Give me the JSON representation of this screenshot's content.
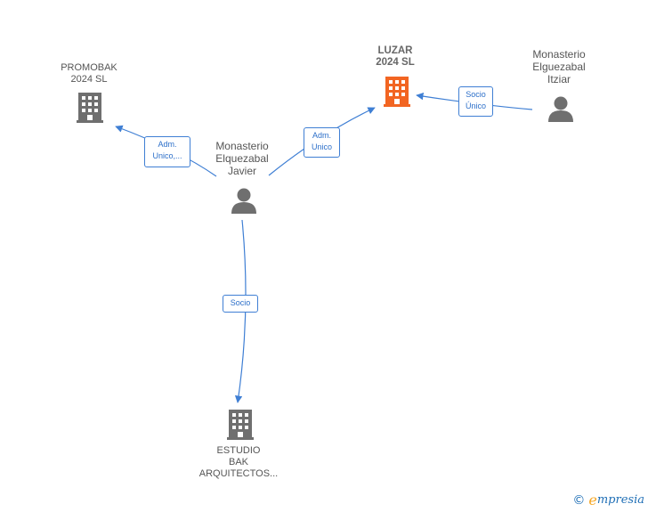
{
  "colors": {
    "edge": "#3f7fd4",
    "company_icon": "#6f6f6f",
    "main_company_icon": "#f26522",
    "person_icon": "#6f6f6f",
    "brand": "#1f6fb6",
    "brand_accent": "#f5a623"
  },
  "nodes": {
    "luzar": {
      "type": "company",
      "main": true,
      "lines": [
        "LUZAR",
        "2024  SL"
      ],
      "icon": "building-icon"
    },
    "promobak": {
      "type": "company",
      "lines": [
        "PROMOBAK",
        "2024  SL"
      ],
      "icon": "building-icon"
    },
    "estudio": {
      "type": "company",
      "lines": [
        "ESTUDIO",
        "BAK",
        "ARQUITECTOS..."
      ],
      "icon": "building-icon"
    },
    "javier": {
      "type": "person",
      "lines": [
        "Monasterio",
        "Elquezabal",
        "Javier"
      ],
      "icon": "person-icon"
    },
    "itziar": {
      "type": "person",
      "lines": [
        "Monasterio",
        "Elguezabal",
        "Itziar"
      ],
      "icon": "person-icon"
    }
  },
  "edges": {
    "javier_promobak": {
      "lines": [
        "Adm.",
        "Unico,..."
      ]
    },
    "javier_luzar": {
      "lines": [
        "Adm.",
        "Unico"
      ]
    },
    "itziar_luzar": {
      "lines": [
        "Socio",
        "Único"
      ]
    },
    "javier_estudio": {
      "lines": [
        "Socio"
      ]
    }
  },
  "brand": {
    "copyright_symbol": "©",
    "first_letter": "e",
    "rest": "mpresia"
  }
}
